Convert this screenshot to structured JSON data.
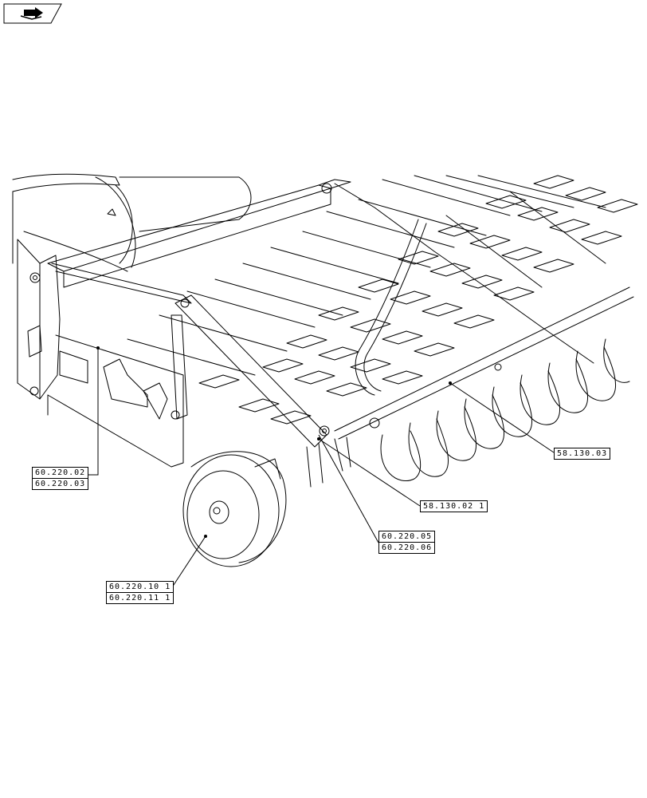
{
  "badge": {
    "icon": "reference-arrow-icon"
  },
  "callouts": {
    "c1": {
      "codes": [
        "60.220.02",
        "60.220.03"
      ]
    },
    "c2": {
      "codes": [
        "58.130.03"
      ]
    },
    "c3": {
      "codes": [
        "58.130.02 1"
      ]
    },
    "c4": {
      "codes": [
        "60.220.05",
        "60.220.06"
      ]
    },
    "c5": {
      "codes": [
        "60.220.10 1",
        "60.220.11 1"
      ]
    }
  }
}
